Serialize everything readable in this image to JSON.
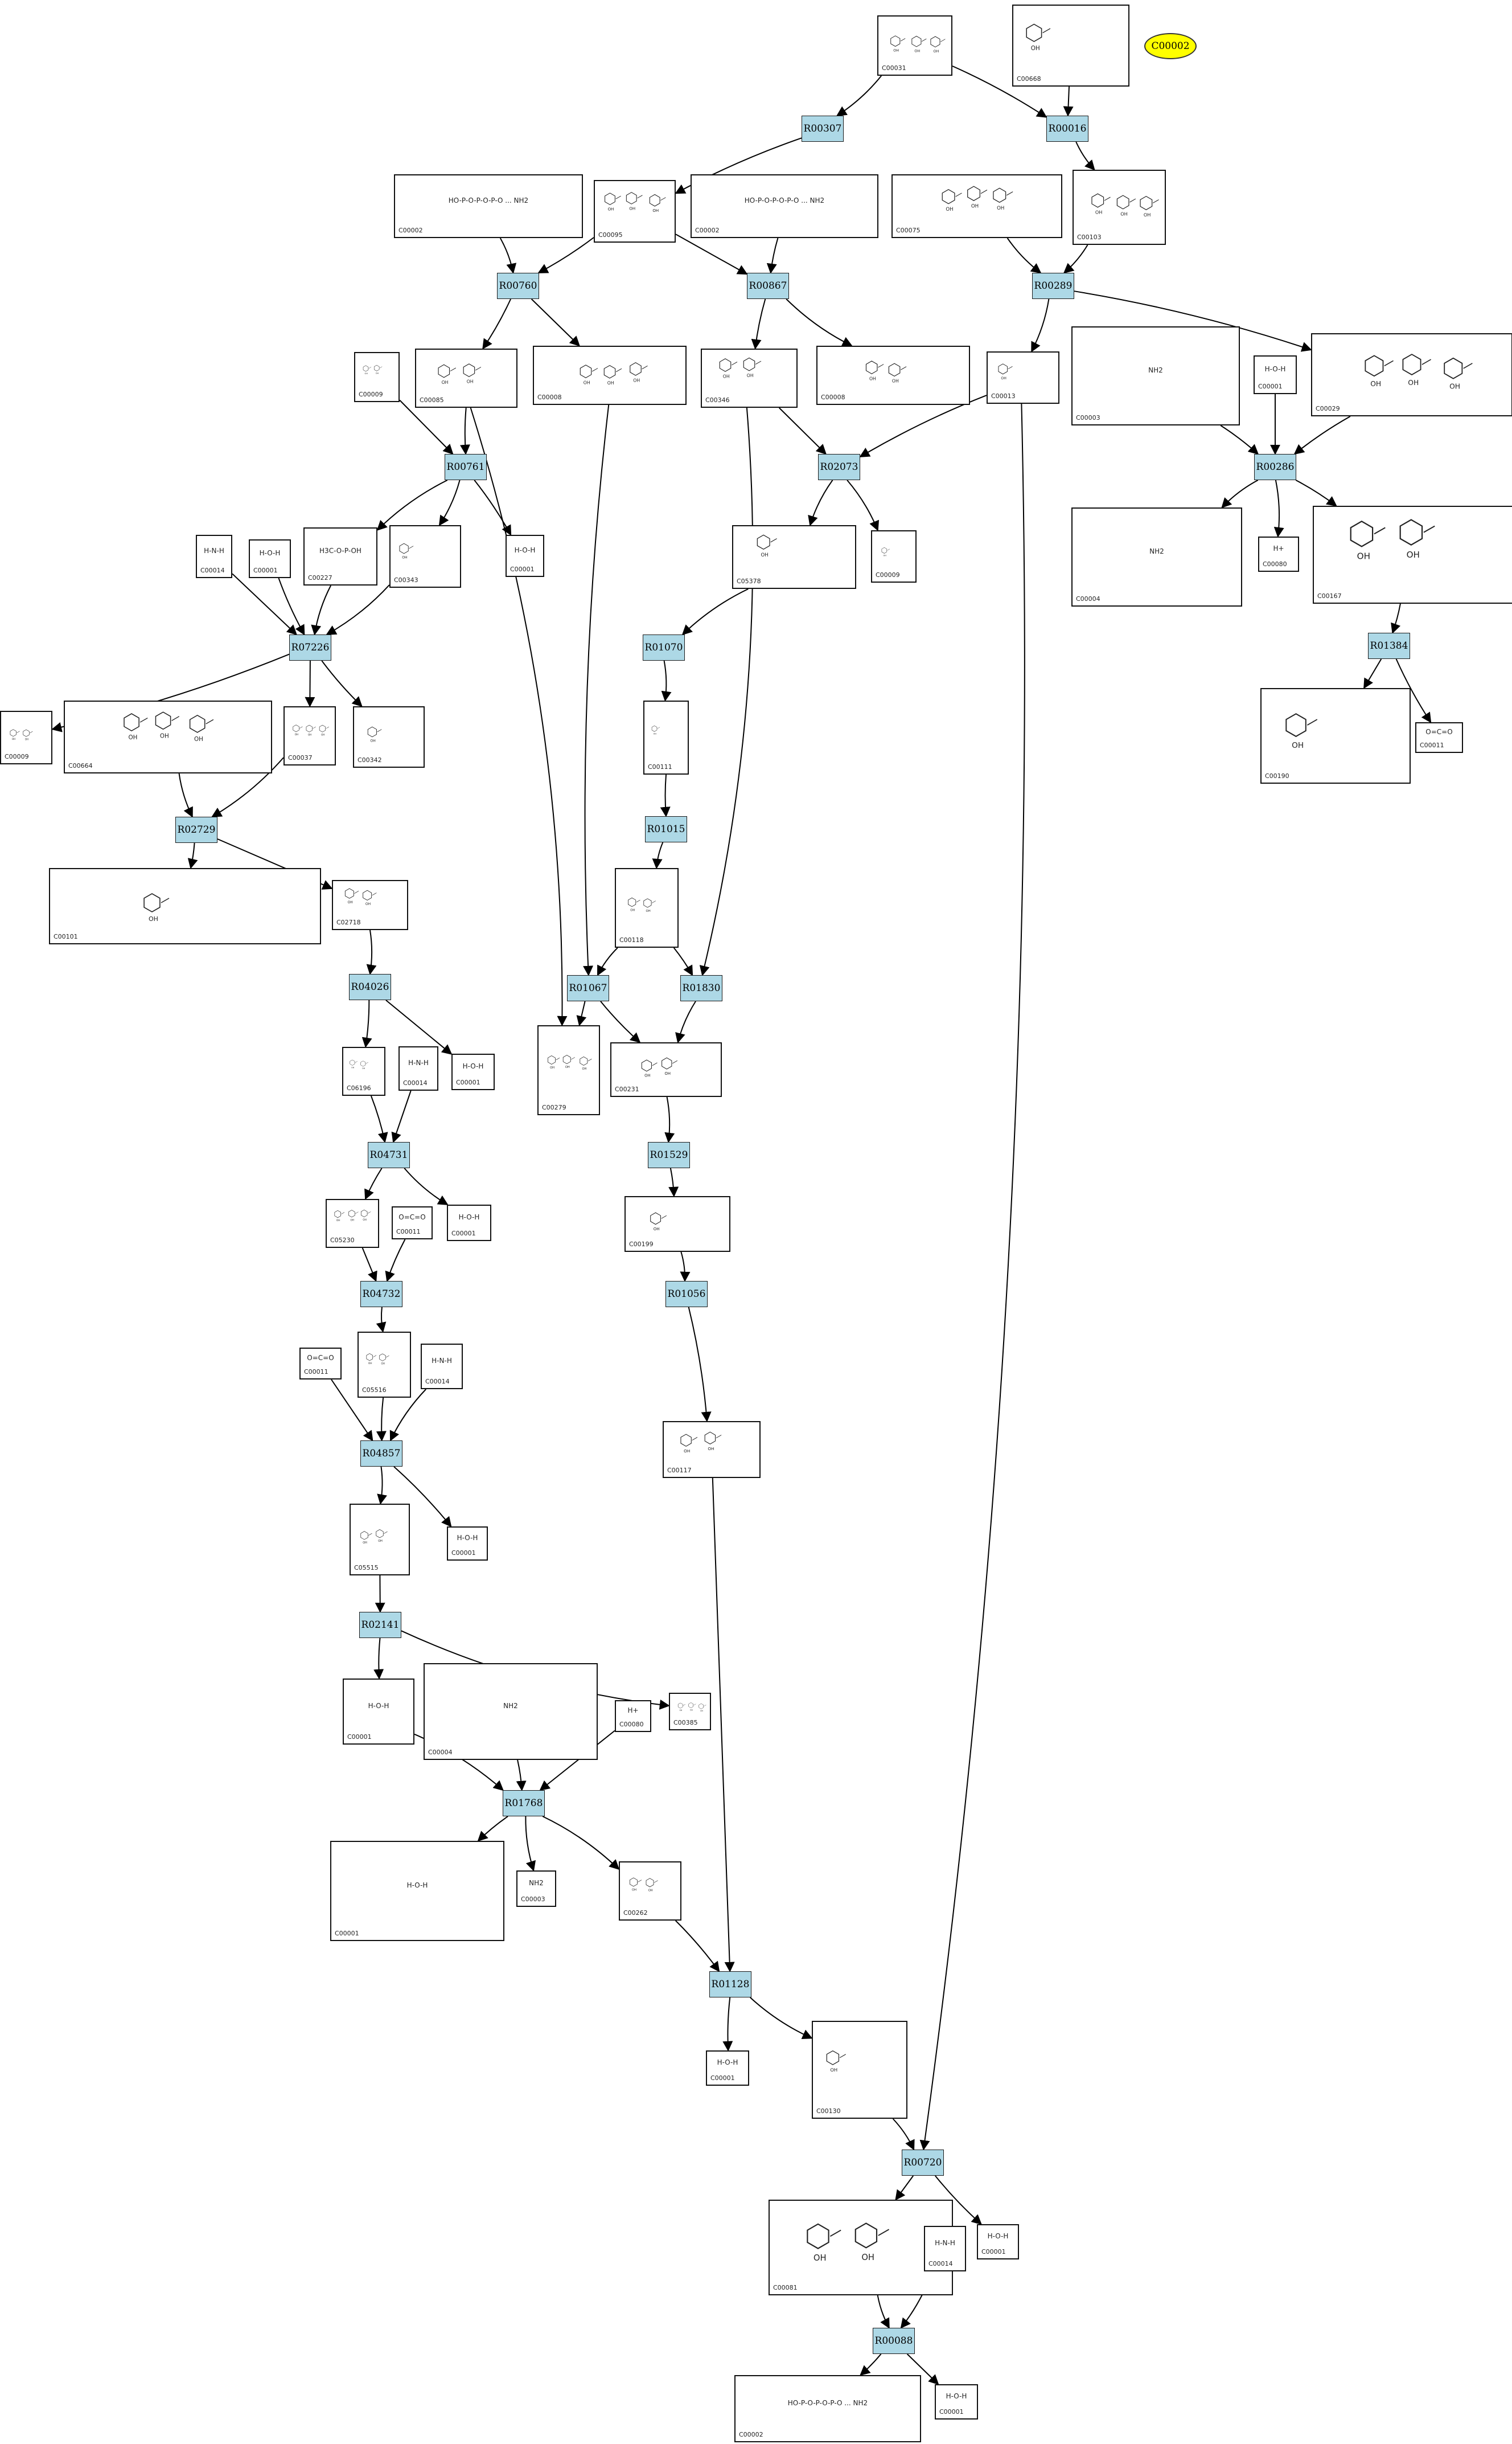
{
  "highlight": {
    "label": "C00002",
    "color": "#ffff00"
  },
  "reaction_color": "#add8e6",
  "reactions": [
    "R00307",
    "R00016",
    "R00760",
    "R00867",
    "R00289",
    "R00761",
    "R02073",
    "R00286",
    "R07226",
    "R01070",
    "R01384",
    "R02729",
    "R01015",
    "R04026",
    "R01067",
    "R01830",
    "R04731",
    "R01529",
    "R04732",
    "R01056",
    "R04857",
    "R02141",
    "R01768",
    "R01128",
    "R00720",
    "R00088"
  ],
  "compounds": [
    {
      "id": "C00031",
      "formula": ""
    },
    {
      "id": "C00668",
      "formula": ""
    },
    {
      "id": "C00002",
      "formula": "HO-P-O-P-O-P-O ... NH2"
    },
    {
      "id": "C00095",
      "formula": ""
    },
    {
      "id": "C00002",
      "formula": "HO-P-O-P-O-P-O ... NH2"
    },
    {
      "id": "C00075",
      "formula": ""
    },
    {
      "id": "C00103",
      "formula": ""
    },
    {
      "id": "C00009",
      "formula": ""
    },
    {
      "id": "C00085",
      "formula": ""
    },
    {
      "id": "C00008",
      "formula": ""
    },
    {
      "id": "C00346",
      "formula": ""
    },
    {
      "id": "C00008",
      "formula": ""
    },
    {
      "id": "C00013",
      "formula": ""
    },
    {
      "id": "C00003",
      "formula": "NH2"
    },
    {
      "id": "C00001",
      "formula": "H-O-H"
    },
    {
      "id": "C00029",
      "formula": ""
    },
    {
      "id": "C00014",
      "formula": "H-N-H"
    },
    {
      "id": "C00001",
      "formula": "H-O-H"
    },
    {
      "id": "C00227",
      "formula": "H3C-O-P-OH"
    },
    {
      "id": "C00343",
      "formula": ""
    },
    {
      "id": "C00001",
      "formula": "H-O-H"
    },
    {
      "id": "C05378",
      "formula": ""
    },
    {
      "id": "C00009",
      "formula": ""
    },
    {
      "id": "C00004",
      "formula": "NH2"
    },
    {
      "id": "C00080",
      "formula": "H+"
    },
    {
      "id": "C00167",
      "formula": ""
    },
    {
      "id": "C00009",
      "formula": ""
    },
    {
      "id": "C00664",
      "formula": ""
    },
    {
      "id": "C00037",
      "formula": ""
    },
    {
      "id": "C00342",
      "formula": ""
    },
    {
      "id": "C00111",
      "formula": ""
    },
    {
      "id": "C00190",
      "formula": ""
    },
    {
      "id": "C00011",
      "formula": "O=C=O"
    },
    {
      "id": "C00101",
      "formula": ""
    },
    {
      "id": "C02718",
      "formula": ""
    },
    {
      "id": "C00118",
      "formula": ""
    },
    {
      "id": "C06196",
      "formula": ""
    },
    {
      "id": "C00014",
      "formula": "H-N-H"
    },
    {
      "id": "C00001",
      "formula": "H-O-H"
    },
    {
      "id": "C00279",
      "formula": ""
    },
    {
      "id": "C00231",
      "formula": ""
    },
    {
      "id": "C05230",
      "formula": ""
    },
    {
      "id": "C00011",
      "formula": "O=C=O"
    },
    {
      "id": "C00001",
      "formula": "H-O-H"
    },
    {
      "id": "C00199",
      "formula": ""
    },
    {
      "id": "C00011",
      "formula": "O=C=O"
    },
    {
      "id": "C05516",
      "formula": ""
    },
    {
      "id": "C00014",
      "formula": "H-N-H"
    },
    {
      "id": "C00117",
      "formula": ""
    },
    {
      "id": "C05515",
      "formula": ""
    },
    {
      "id": "C00001",
      "formula": "H-O-H"
    },
    {
      "id": "C00004",
      "formula": "NH2"
    },
    {
      "id": "C00080",
      "formula": "H+"
    },
    {
      "id": "C00385",
      "formula": ""
    },
    {
      "id": "C00001",
      "formula": "H-O-H"
    },
    {
      "id": "C00003",
      "formula": "NH2"
    },
    {
      "id": "C00001",
      "formula": "H-O-H"
    },
    {
      "id": "C00262",
      "formula": ""
    },
    {
      "id": "C00001",
      "formula": "H-O-H"
    },
    {
      "id": "C00130",
      "formula": ""
    },
    {
      "id": "C00081",
      "formula": ""
    },
    {
      "id": "C00014",
      "formula": "H-N-H"
    },
    {
      "id": "C00001",
      "formula": "H-O-H"
    },
    {
      "id": "C00002",
      "formula": "HO-P-O-P-O-P-O ... NH2"
    },
    {
      "id": "C00001",
      "formula": "H-O-H"
    }
  ]
}
